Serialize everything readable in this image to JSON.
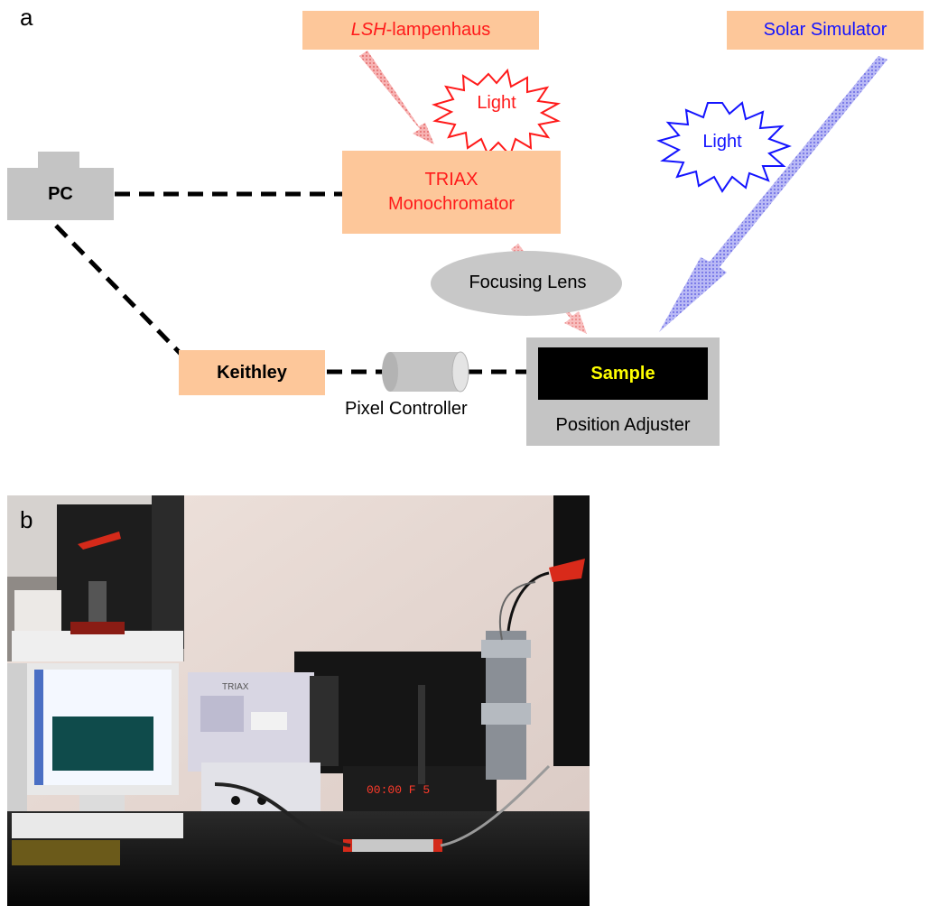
{
  "panel_a": {
    "letter": "a",
    "lamp_prefix": "LSH",
    "lamp_suffix": "-lampenhaus",
    "solar_simulator": "Solar Simulator",
    "light_red": "Light",
    "light_blue": "Light",
    "pc": "PC",
    "triax_line1": "TRIAX",
    "triax_line2": "Monochromator",
    "focusing_lens": "Focusing Lens",
    "keithley": "Keithley",
    "sample": "Sample",
    "pixel_controller": "Pixel Controller",
    "position_adjuster": "Position Adjuster"
  },
  "panel_b": {
    "letter": "b",
    "monochromator_label": "TRIAX",
    "readout": "00:00 F 5"
  },
  "colors": {
    "peach": "#fdc79a",
    "grey": "#c4c4c4",
    "red": "#ff1a1a",
    "blue": "#1414ff",
    "sample_text": "#ffff00",
    "sample_bg": "#000000"
  }
}
